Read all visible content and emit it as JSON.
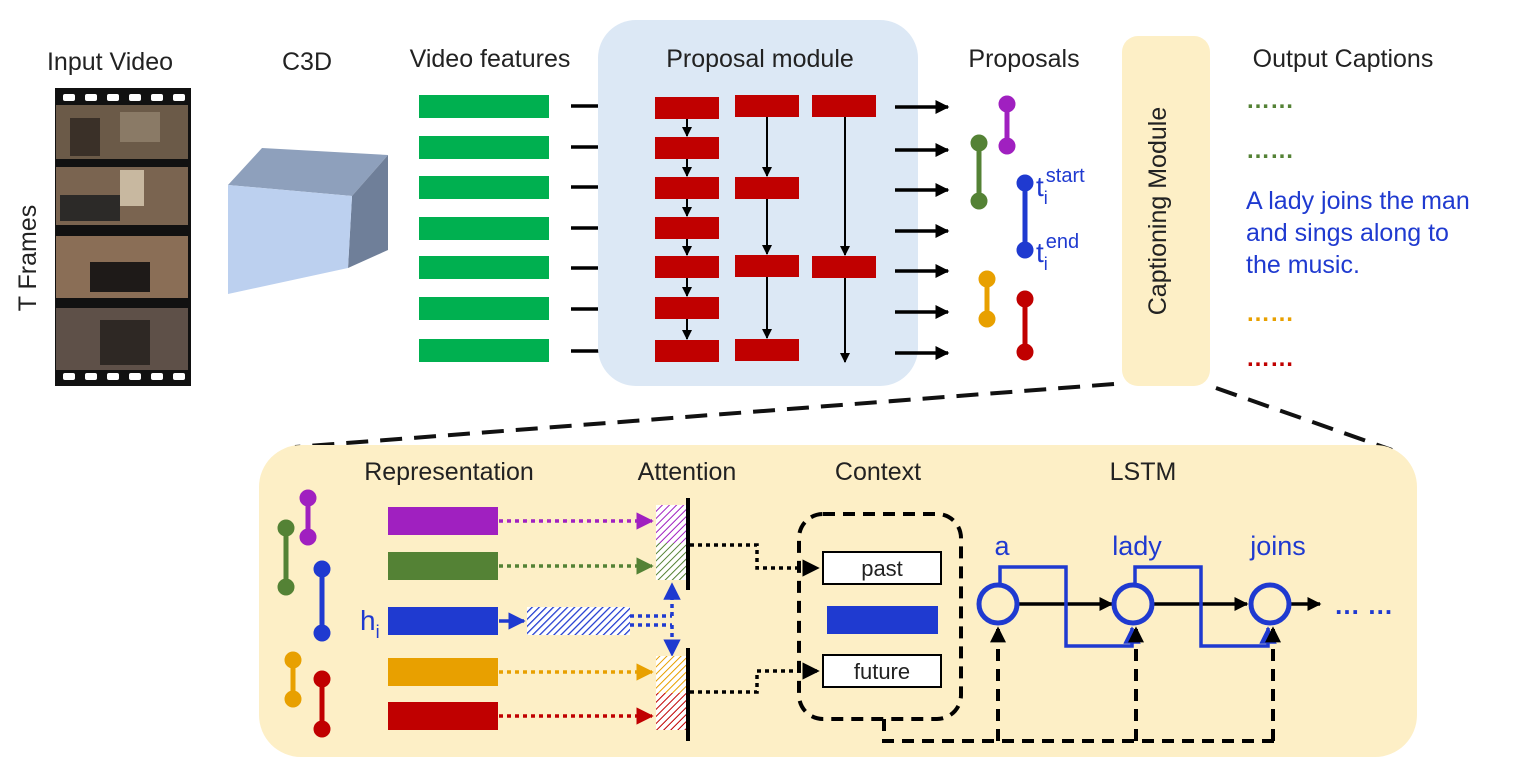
{
  "headers": {
    "input_video": "Input Video",
    "c3d": "C3D",
    "video_features": "Video features",
    "proposal_module": "Proposal module",
    "proposals": "Proposals",
    "output_captions": "Output Captions"
  },
  "side_label": "T Frames",
  "captioning_module": "Captioning Module",
  "time_labels": {
    "t_start_base": "t",
    "t_start_sub": "i",
    "t_start_sup": "start",
    "t_end_base": "t",
    "t_end_sub": "i",
    "t_end_sup": "end"
  },
  "caption_text": {
    "line1": "A lady joins the man",
    "line2": "and sings along to",
    "line3": "the music."
  },
  "caption_dots": "……",
  "detail": {
    "representation": "Representation",
    "attention": "Attention",
    "context": "Context",
    "lstm": "LSTM",
    "past": "past",
    "future": "future",
    "h_base": "h",
    "h_sub": "i",
    "word_a": "a",
    "word_lady": "lady",
    "word_joins": "joins",
    "ellipsis": "… …"
  },
  "colors": {
    "green": "#00b050",
    "red": "#c00000",
    "blue": "#1f3ad0",
    "purple": "#a020c0",
    "olive": "#548235",
    "orange": "#e8a000",
    "dark_red": "#c00000",
    "proposal_bg": "#dce8f5",
    "caption_bg": "#fdefc6",
    "caption_text": "#1f3ad0"
  }
}
